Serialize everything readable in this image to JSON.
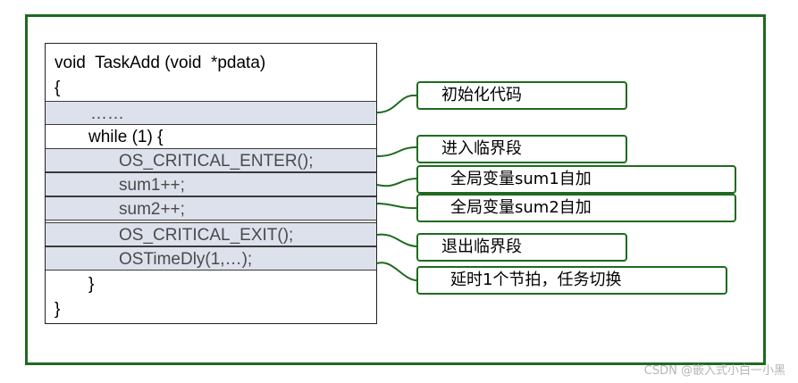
{
  "code_lines": [
    "void  TaskAdd (void  *pdata)",
    "{",
    "……",
    "while (1) {",
    "OS_CRITICAL_ENTER();",
    "sum1++;",
    "sum2++;",
    "OS_CRITICAL_EXIT();",
    "OSTimeDly(1,…);",
    "}",
    "}"
  ],
  "callouts": [
    "初始化代码",
    "进入临界段",
    "全局变量sum1自加",
    "全局变量sum2自加",
    "退出临界段",
    "延时1个节拍，任务切换"
  ],
  "watermark": "CSDN @嵌入式小白一小黑",
  "colors": {
    "frame": "#1e6b1e",
    "highlight": "#dde1ec",
    "callout_border": "#1e6b1e"
  }
}
